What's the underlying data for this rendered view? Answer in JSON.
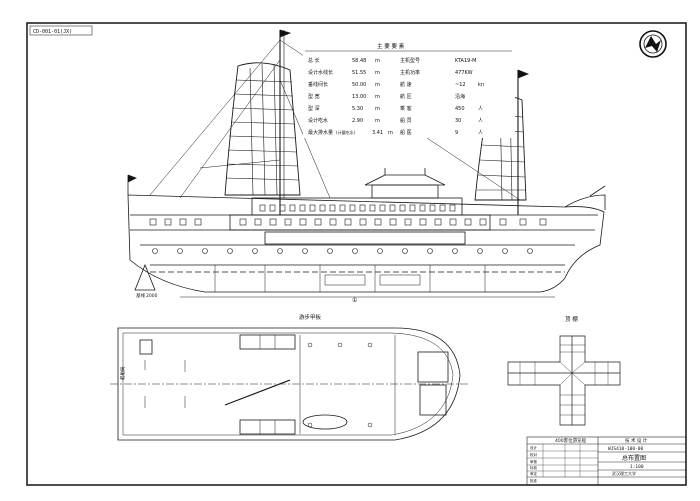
{
  "drawing_code": "CD-001-01(JX)",
  "spec_table": {
    "title": "主 要 要 素",
    "rows": [
      {
        "k": "总 长",
        "v": "58.48",
        "u": "m",
        "k2": "主机型号",
        "v2": "KTA19-M",
        "u2": ""
      },
      {
        "k": "设计水线长",
        "v": "51.55",
        "m": "",
        "u": "m",
        "k2": "主机功率",
        "v2": "477KW",
        "u2": ""
      },
      {
        "k": "垂线间长",
        "v": "50.00",
        "u": "m",
        "k2": "航 速",
        "v2": "~12",
        "u2": "kn"
      },
      {
        "k": "型 宽",
        "v": "13.00",
        "u": "m",
        "k2": "航 区",
        "v2": "沿海",
        "u2": ""
      },
      {
        "k": "型 深",
        "v": "5.30",
        "u": "m",
        "k2": "乘 客",
        "v2": "450",
        "u2": "人"
      },
      {
        "k": "设计吃水",
        "v": "2.90",
        "u": "m",
        "k2": "船 员",
        "v2": "30",
        "u2": "人"
      },
      {
        "k": "最大排水量",
        "v": "3.41",
        "u": "m",
        "k2": "船 医",
        "v2": "9",
        "u2": "人"
      }
    ],
    "extra_note": "(计量吃水)"
  },
  "views": {
    "baseline_label": "基线",
    "baseline_suffix": "2000",
    "section_mark": "①",
    "deck_plan_label": "游步甲板",
    "roof_label": "顶 棚",
    "deck_plan_side_text": "船舶局"
  },
  "title_block": {
    "vessel": "400客位游览船",
    "design_stage": "技 术 设 计",
    "drawing_no": "WJS410-100-00",
    "drawing_title": "总布置图",
    "scale": "1:100",
    "company": "武汉理工大学",
    "rows": [
      "设计",
      "校对",
      "审核",
      "标检",
      "审定",
      "批准"
    ]
  },
  "colors": {
    "line": "#1a1a1a",
    "paper": "#ffffff",
    "rule": "#333333"
  },
  "icons": {
    "logo": "compass-logo-icon"
  }
}
